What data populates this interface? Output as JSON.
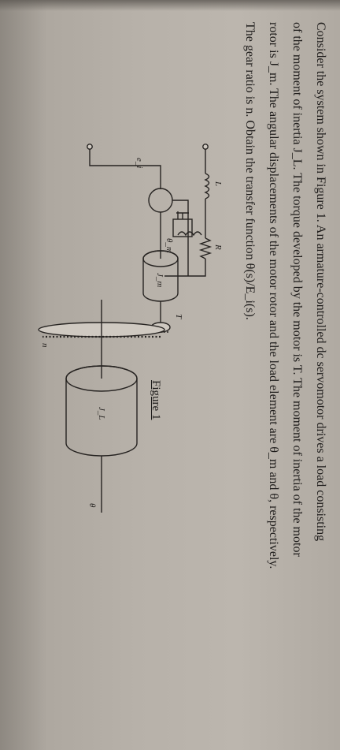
{
  "problem": {
    "lines": [
      "Consider the system shown in Figure 1. An armature-controlled dc servomotor drives a load consisting",
      "of the moment of inertia J_L. The torque developed by the motor is T. The moment of inertia of the motor",
      "rotor is J_m. The angular displacements of the motor rotor and the load element are θ_m and θ, respectively.",
      "The gear ratio is n. Obtain the transfer function θ(s)/E_i(s)."
    ]
  },
  "figure": {
    "caption": "Figure 1",
    "labels": {
      "inductor": "L",
      "resistor": "R",
      "input_voltage": "e_i",
      "motor_angle": "θ_m",
      "motor_inertia": "J_m",
      "torque": "T",
      "gear_ratio": "n",
      "load_inertia": "J_L",
      "load_angle": "θ"
    }
  }
}
